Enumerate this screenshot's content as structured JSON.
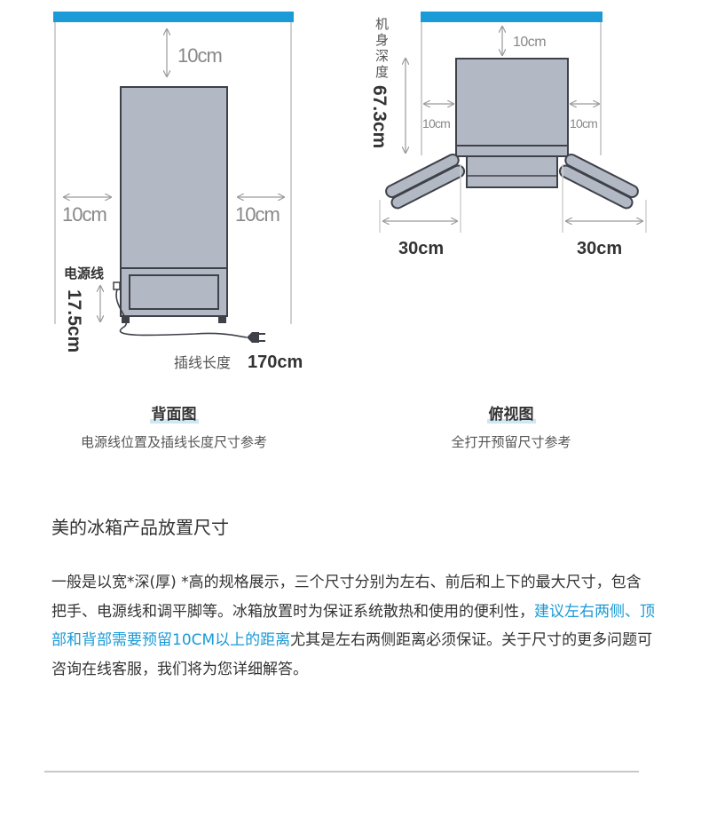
{
  "back_view": {
    "top_gap": "10cm",
    "left_gap": "10cm",
    "right_gap": "10cm",
    "power_cord_label": "电源线",
    "cord_height": "17.5cm",
    "plug_length_label": "插线长度",
    "plug_length_value": "170cm",
    "caption_title": "背面图",
    "caption_sub": "电源线位置及插线长度尺寸参考"
  },
  "top_view": {
    "top_gap": "10cm",
    "depth_label": "机身深度",
    "depth_value": "67.3cm",
    "left_gap": "10cm",
    "right_gap": "10cm",
    "left_door": "30cm",
    "right_door": "30cm",
    "caption_title": "俯视图",
    "caption_sub": "全打开预留尺寸参考"
  },
  "section": {
    "heading": "美的冰箱产品放置尺寸",
    "body_before": "一般是以宽*深(厚) *高的规格展示，三个尺寸分别为左右、前后和上下的最大尺寸，包含把手、电源线和调平脚等。冰箱放置时为保证系统散热和使用的便利性，",
    "body_highlight": "建议左右两侧、顶部和背部需要预留10CM以上的距离",
    "body_after": "尤其是左右两侧距离必须保证。关于尺寸的更多问题可咨询在线客服，我们将为您详细解答。"
  },
  "colors": {
    "wall_blue": "#1a9ad6",
    "fridge_fill": "#b3b9c4",
    "fridge_stroke": "#3e4148",
    "guide_gray": "#d0d0d0",
    "arrow_gray": "#9a9a9a",
    "highlight_text": "#1a9ad6"
  }
}
